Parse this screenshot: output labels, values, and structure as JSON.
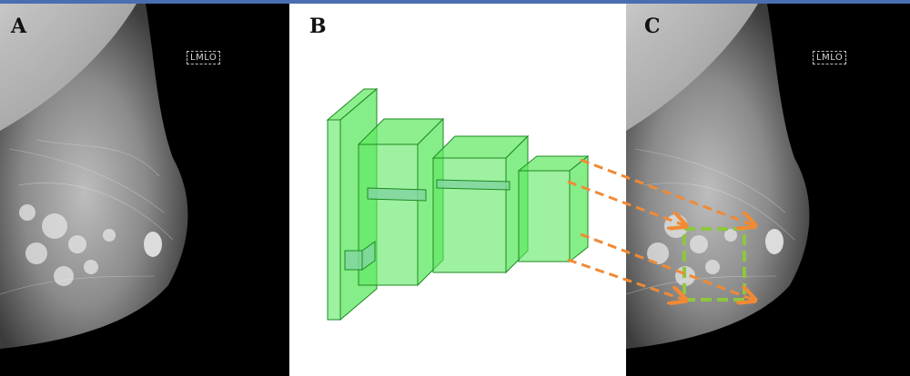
{
  "panels": {
    "a": {
      "label": "A",
      "view_tag": "LMLO"
    },
    "b": {
      "label": "B"
    },
    "c": {
      "label": "C",
      "view_tag": "LMLO"
    }
  },
  "colors": {
    "top_bar": "#4a6eb0",
    "cube_fill": "#5ee860",
    "cube_edge": "#1e8a22",
    "arrow": "#f08a35",
    "roi_box": "#8ec63f",
    "image_background": "#000000"
  }
}
